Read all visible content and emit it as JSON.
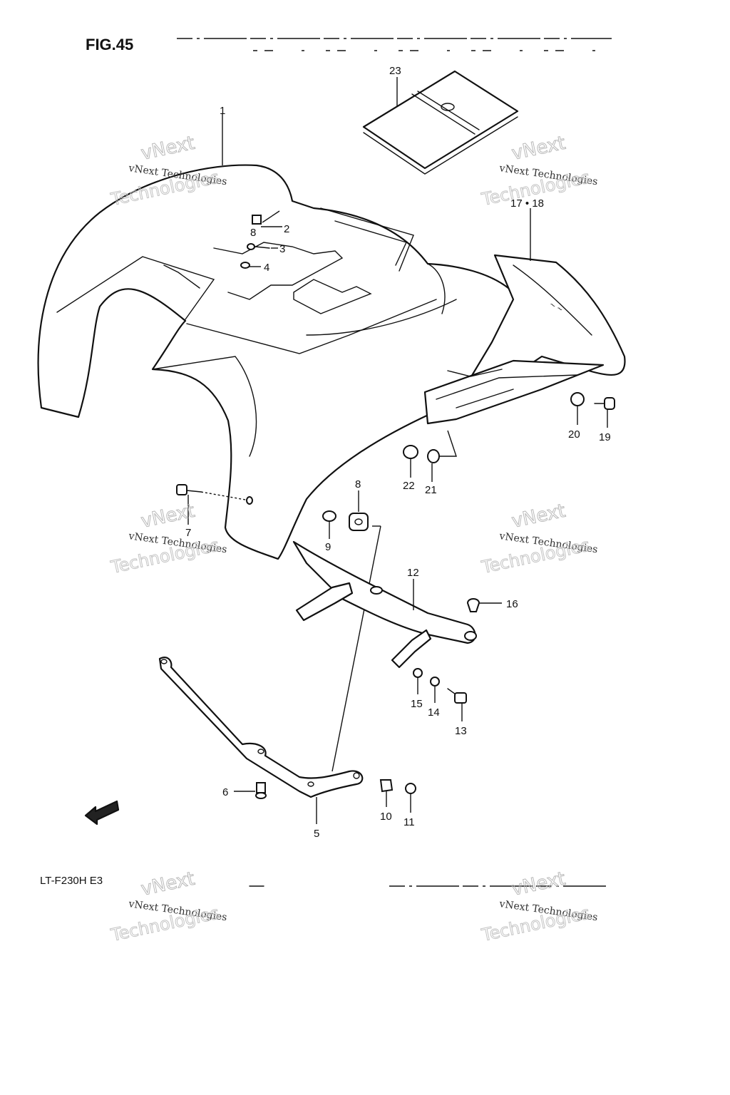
{
  "figure": {
    "title": "FIG.45",
    "model": "LT-F230H E3"
  },
  "callouts": [
    {
      "id": "1",
      "text": "1"
    },
    {
      "id": "2",
      "text": "2"
    },
    {
      "id": "3",
      "text": "3"
    },
    {
      "id": "4",
      "text": "4"
    },
    {
      "id": "5",
      "text": "5"
    },
    {
      "id": "6",
      "text": "6"
    },
    {
      "id": "7",
      "text": "7"
    },
    {
      "id": "8a",
      "text": "8"
    },
    {
      "id": "8b",
      "text": "8"
    },
    {
      "id": "9",
      "text": "9"
    },
    {
      "id": "10",
      "text": "10"
    },
    {
      "id": "11",
      "text": "11"
    },
    {
      "id": "12",
      "text": "12"
    },
    {
      "id": "13",
      "text": "13"
    },
    {
      "id": "14",
      "text": "14"
    },
    {
      "id": "15",
      "text": "15"
    },
    {
      "id": "16",
      "text": "16"
    },
    {
      "id": "17-18",
      "text": "17 • 18"
    },
    {
      "id": "19",
      "text": "19"
    },
    {
      "id": "20",
      "text": "20"
    },
    {
      "id": "21",
      "text": "21"
    },
    {
      "id": "22",
      "text": "22"
    },
    {
      "id": "23",
      "text": "23"
    }
  ],
  "watermark": {
    "brand": "vNext",
    "line1": "vNext Technologies",
    "line2": "Technologies"
  }
}
